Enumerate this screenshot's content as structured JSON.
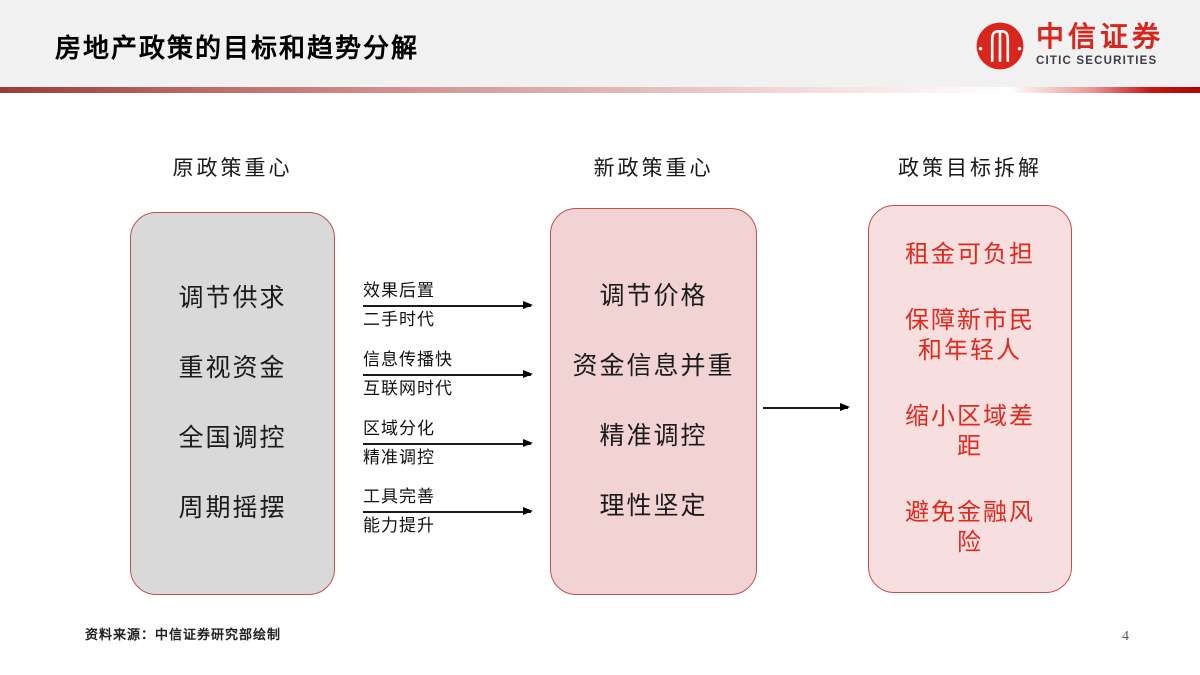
{
  "slide": {
    "title": "房地产政策的目标和趋势分解",
    "source_note": "资料来源：中信证券研究部绘制",
    "page_number": "4"
  },
  "logo": {
    "icon": "citic-emblem-icon",
    "name_cn": "中信证券",
    "name_en": "CITIC SECURITIES",
    "brand_red": "#d8261c"
  },
  "diagram": {
    "columns": [
      {
        "header": "原政策重心",
        "items": [
          "调节供求",
          "重视资金",
          "全国调控",
          "周期摇摆"
        ],
        "fill": "#d9d9d9",
        "border": "#c0504d",
        "text_color": "#1a1a1a"
      },
      {
        "header": "新政策重心",
        "items": [
          "调节价格",
          "资金信息并重",
          "精准调控",
          "理性坚定"
        ],
        "fill": "#f2d3d3",
        "border": "#c0504d",
        "text_color": "#1a1a1a"
      },
      {
        "header": "政策目标拆解",
        "items": [
          "租金可负担",
          "保障新市民和年轻人",
          "缩小区域差距",
          "避免金融风险"
        ],
        "fill": "#f7dfdf",
        "border": "#c0504d",
        "text_color": "#e02a1e"
      }
    ],
    "transitions": [
      {
        "top": "效果后置",
        "bottom": "二手时代"
      },
      {
        "top": "信息传播快",
        "bottom": "互联网时代"
      },
      {
        "top": "区域分化",
        "bottom": "精准调控"
      },
      {
        "top": "工具完善",
        "bottom": "能力提升"
      }
    ],
    "divider_colors": {
      "left": "#9c3a38",
      "right": "#ad0603"
    }
  }
}
